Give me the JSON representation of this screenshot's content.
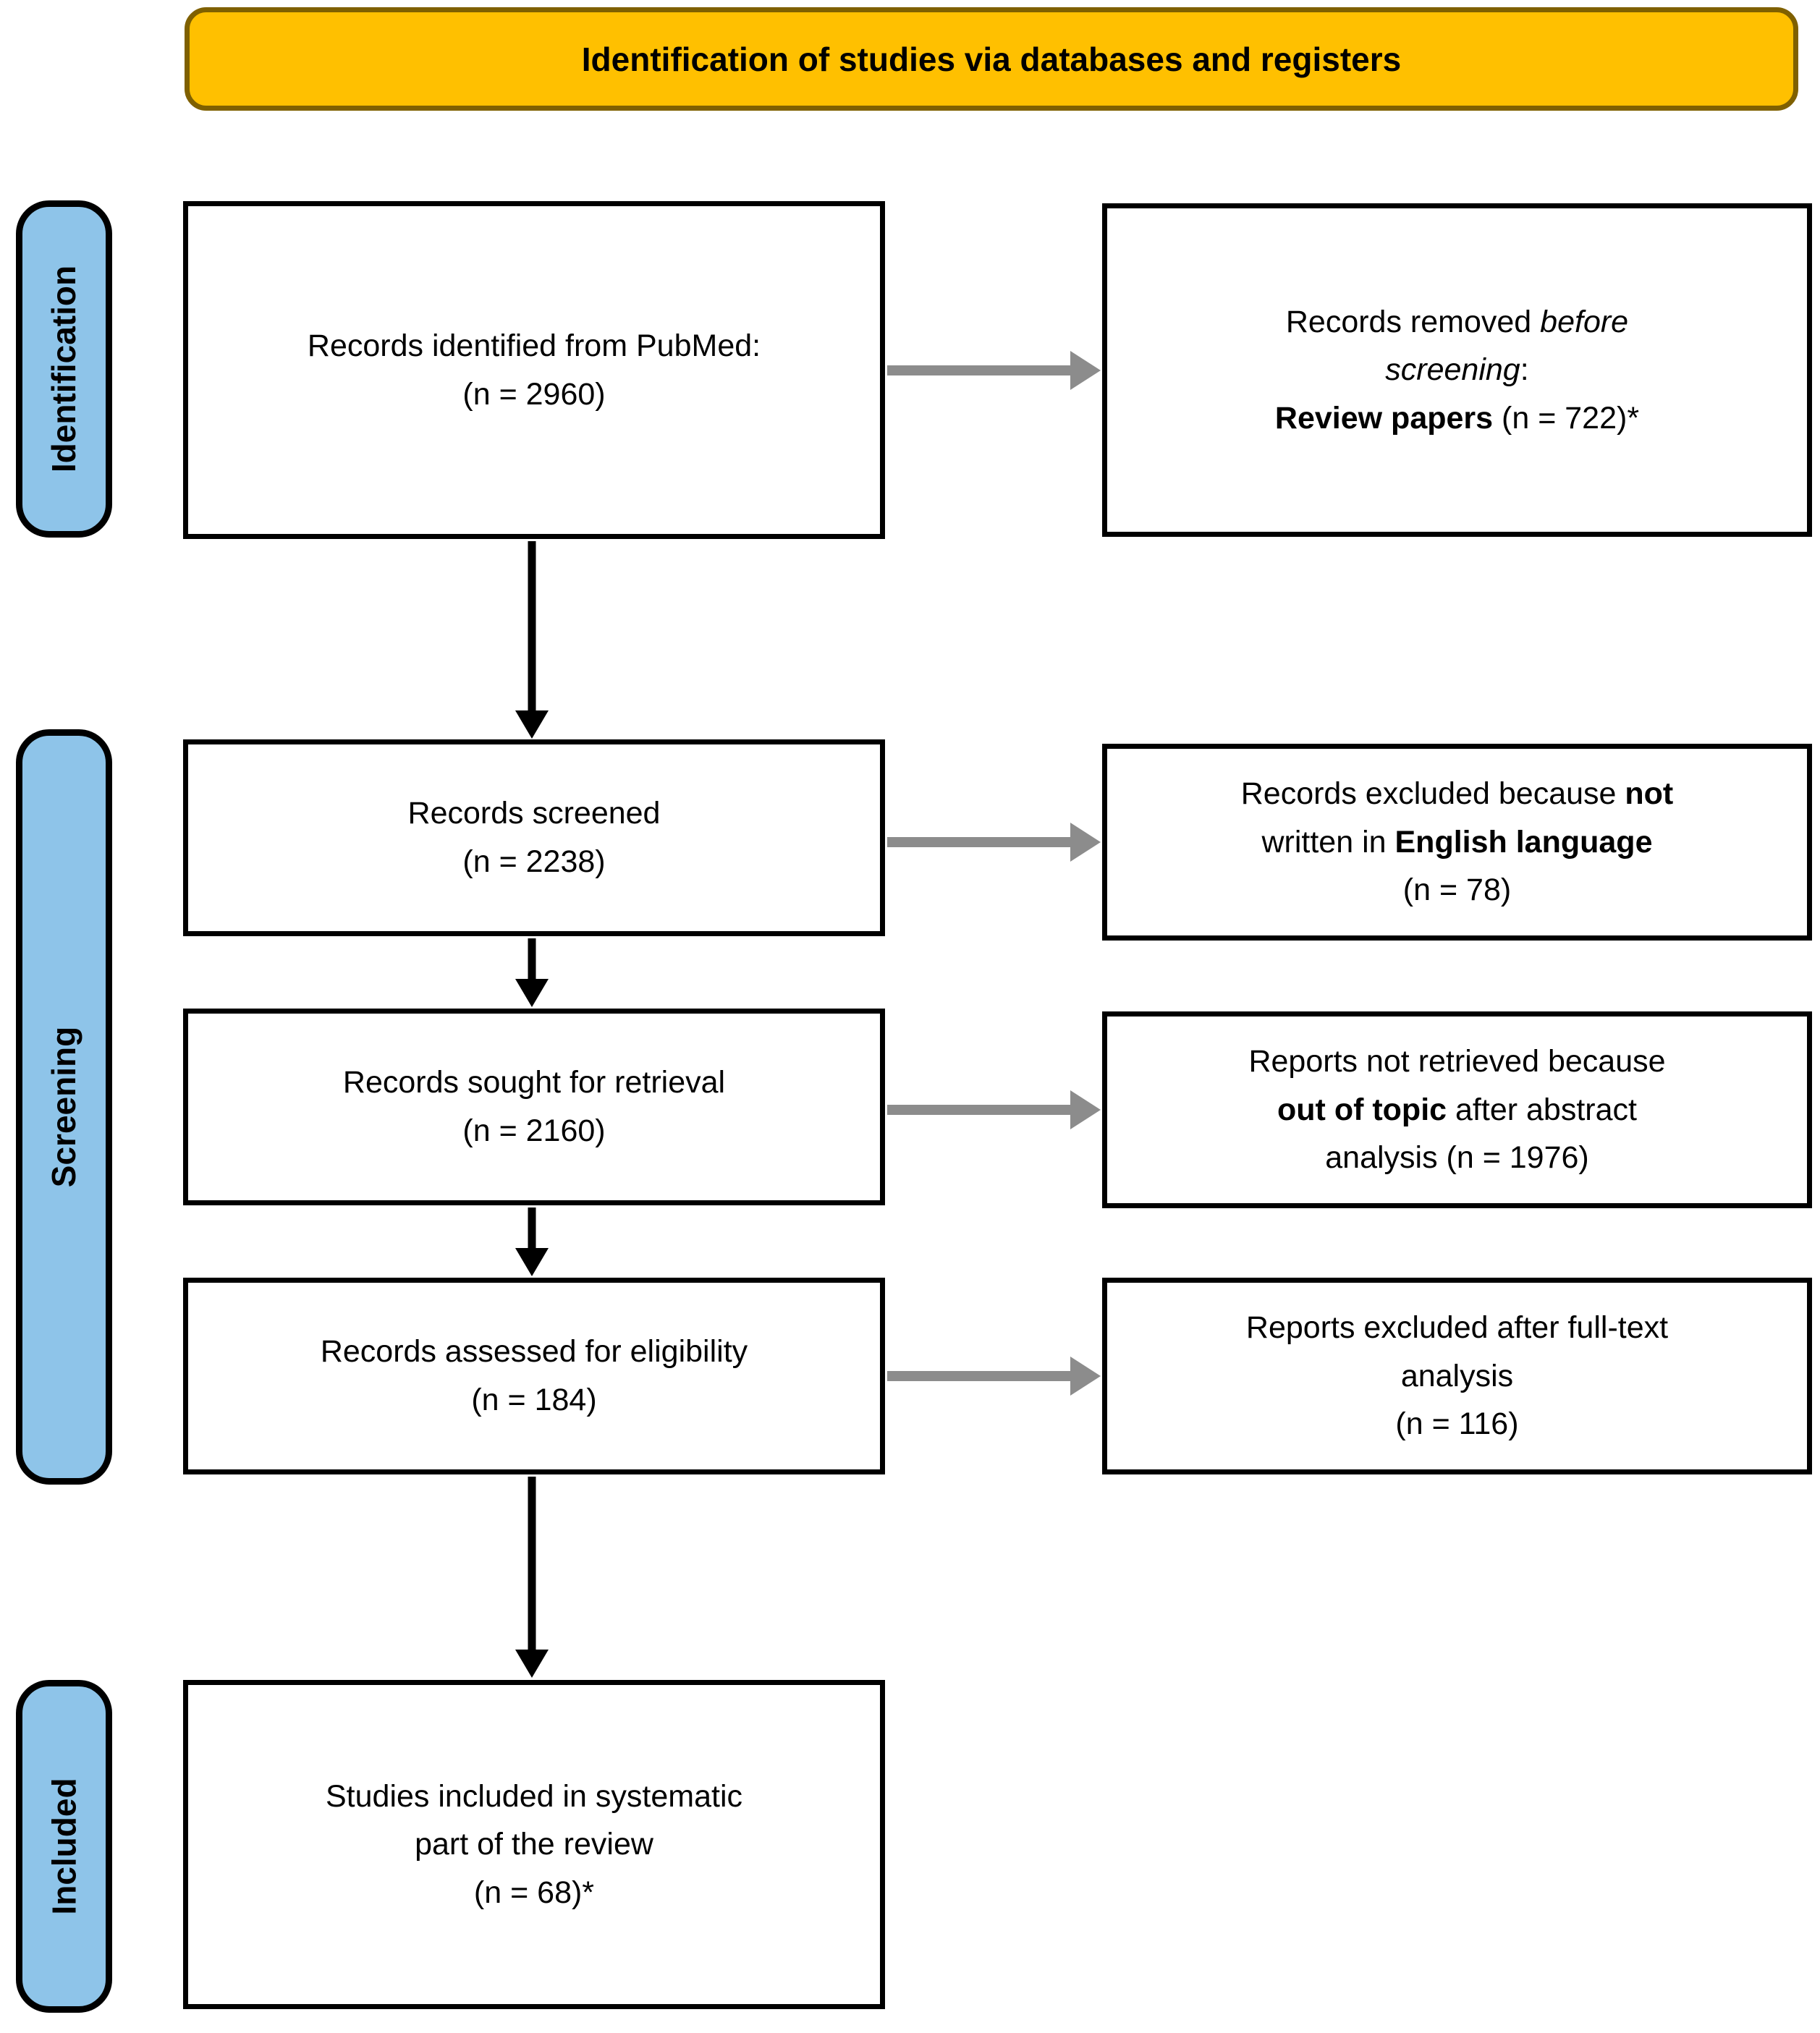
{
  "header": {
    "title": "Identification of studies via databases and registers"
  },
  "sidebar": {
    "items": [
      {
        "id": "identification",
        "label": "Identification"
      },
      {
        "id": "screening",
        "label": "Screening"
      },
      {
        "id": "included",
        "label": "Included"
      }
    ]
  },
  "flow": {
    "identified": {
      "line1": "Records identified from PubMed:",
      "line2": "(n = 2960)"
    },
    "screened": {
      "line1": "Records screened",
      "line2": "(n = 2238)"
    },
    "sought": {
      "line1": "Records sought for retrieval",
      "line2": "(n = 2160)"
    },
    "assessed": {
      "line1": "Records assessed for eligibility",
      "line2": "(n = 184)"
    },
    "included": {
      "line1": "Studies included in systematic",
      "line2": "part of the review",
      "line3": "(n = 68)*"
    }
  },
  "exclusions": {
    "removed": {
      "t1": "Records removed ",
      "i1": "before",
      "i2": "screening",
      "t2": ":",
      "b1": "Review papers",
      "t3": " (n = 722)*"
    },
    "not_english": {
      "t1": "Records excluded because ",
      "b1": "not",
      "t2": "written in ",
      "b2": "English language",
      "t3": "(n = 78)"
    },
    "out_of_topic": {
      "t1": "Reports not retrieved because",
      "b1": "out of topic",
      "t2": " after abstract",
      "t3": "analysis (n = 1976)"
    },
    "full_text": {
      "line1": "Reports excluded after full-text",
      "line2": "analysis",
      "line3": "(n = 116)"
    }
  },
  "colors": {
    "header_fill": "#FFC000",
    "header_border": "#7F6000",
    "sidebar_fill": "#8EC4E9",
    "box_border": "#000000",
    "arrow_black": "#000000",
    "arrow_gray": "#8C8C8C"
  }
}
